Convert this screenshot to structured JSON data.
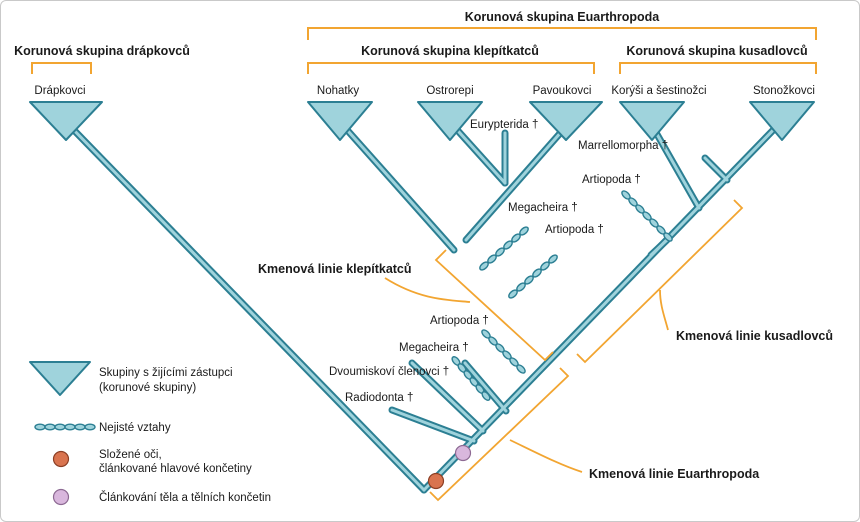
{
  "headers": {
    "euarthropoda_crown": "Korunová skupina Euarthropoda",
    "onychophora_crown": "Korunová skupina drápkovců",
    "chelicerata_crown": "Korunová skupina klepítkatců",
    "mandibulata_crown": "Korunová skupina kusadlovců"
  },
  "crown_taxa": {
    "onychophora": "Drápkovci",
    "opiliones": "Nohatky",
    "xiphosura": "Ostrorepi",
    "arachnida": "Pavoukovci",
    "pancrustacea": "Korýši a šestinožci",
    "myriapoda": "Stonožkovci"
  },
  "fossil_taxa": {
    "eurypterida": "Eurypterida †",
    "marrellomorpha": "Marrellomorpha †",
    "artiopoda_mandibulata": "Artiopoda †",
    "megacheira_upper": "Megacheira †",
    "artiopoda_upper": "Artiopoda †",
    "artiopoda_lower": "Artiopoda †",
    "megacheira_lower": "Megacheira †",
    "bivalved": "Dvoumiskoví členovci †",
    "radiodonta": "Radiodonta †"
  },
  "stem_lines": {
    "chelicerata": "Kmenová linie klepítkatců",
    "mandibulata": "Kmenová linie kusadlovců",
    "euarthropoda": "Kmenová linie Euarthropoda"
  },
  "legend": {
    "crown_line1": "Skupiny s žijícími zástupci",
    "crown_line2": "(korunové skupiny)",
    "uncertain": "Nejisté vztahy",
    "eyes_line1": "Složené oči,",
    "eyes_line2": "článkované hlavové končetiny",
    "segmentation": "Článkování těla a tělních končetin"
  },
  "colors": {
    "tree_fill": "#9fd3dc",
    "tree_stroke": "#2c7f93",
    "bracket": "#f2a531",
    "eyes_marker": "#d9744f",
    "segmentation_marker": "#d9b7dd"
  }
}
